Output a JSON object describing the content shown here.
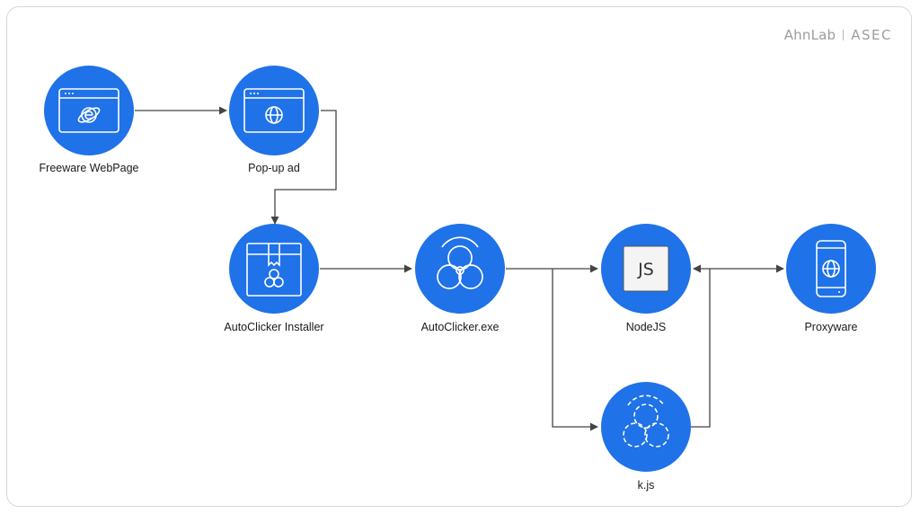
{
  "brand": {
    "company": "AhnLab",
    "product": "ASEC"
  },
  "nodes": {
    "freeware_webpage": {
      "label": "Freeware WebPage"
    },
    "popup_ad": {
      "label": "Pop-up ad"
    },
    "autoclicker_installer": {
      "label": "AutoClicker Installer"
    },
    "autoclicker_exe": {
      "label": "AutoClicker.exe"
    },
    "nodejs": {
      "label": "NodeJS",
      "icon_text": "JS"
    },
    "proxyware": {
      "label": "Proxyware"
    },
    "kjs": {
      "label": "k.js"
    }
  },
  "colors": {
    "node_fill": "#1f72e8",
    "edge": "#444444",
    "icon": "#ffffff"
  }
}
